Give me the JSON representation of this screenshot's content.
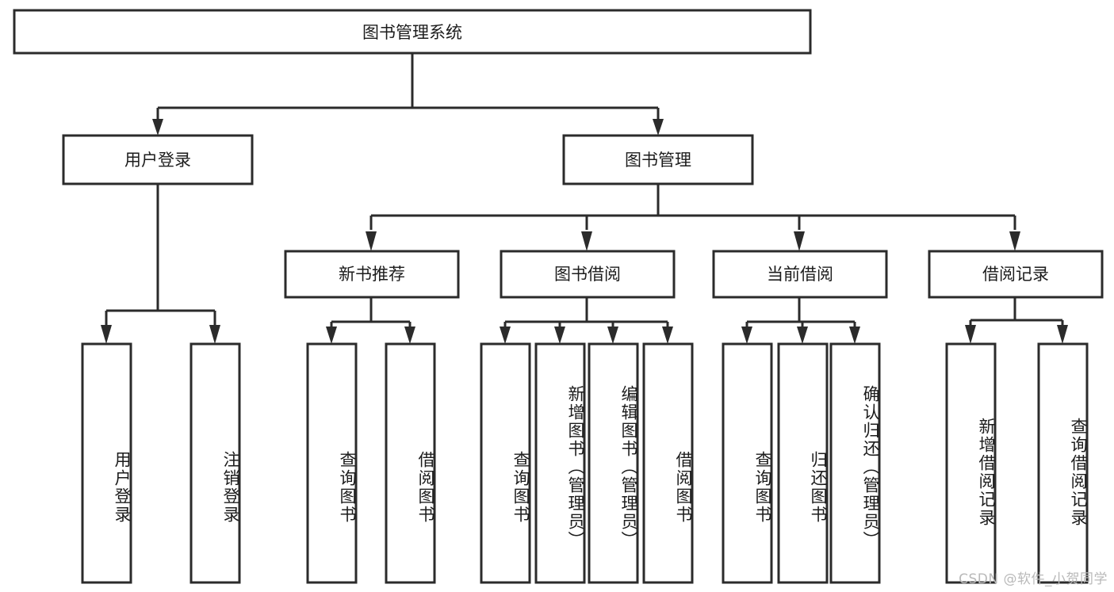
{
  "diagram": {
    "title": "图书管理系统",
    "type": "tree",
    "orientation": "top-down",
    "watermark": "CSDN @软件_小贺同学",
    "colors": {
      "box_fill": "#ffffff",
      "box_stroke": "#2b2b2b",
      "connector": "#2b2b2b",
      "text": "#1c1c1c",
      "watermark": "#b9b9b9",
      "background": "#ffffff"
    },
    "root": {
      "label": "图书管理系统"
    },
    "level2": [
      {
        "label": "用户登录"
      },
      {
        "label": "图书管理"
      }
    ],
    "level3": [
      {
        "label": "新书推荐"
      },
      {
        "label": "图书借阅"
      },
      {
        "label": "当前借阅"
      },
      {
        "label": "借阅记录"
      }
    ],
    "leaves": {
      "user_login": [
        {
          "label": "用户登录"
        },
        {
          "label": "注销登录"
        }
      ],
      "new_book_recommend": [
        {
          "label": "查询图书"
        },
        {
          "label": "借阅图书"
        }
      ],
      "book_borrow": [
        {
          "label": "查询图书"
        },
        {
          "label": "新增图书（管理员）"
        },
        {
          "label": "编辑图书（管理员）"
        },
        {
          "label": "借阅图书"
        }
      ],
      "current_borrow": [
        {
          "label": "查询图书"
        },
        {
          "label": "归还图书"
        },
        {
          "label": "确认归还（管理员）"
        }
      ],
      "borrow_record": [
        {
          "label": "新增借阅记录"
        },
        {
          "label": "查询借阅记录"
        }
      ]
    }
  }
}
